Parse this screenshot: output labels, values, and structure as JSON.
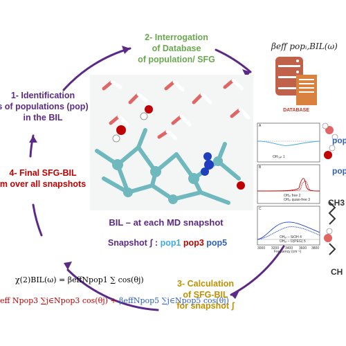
{
  "steps": {
    "step1": [
      "1- Identification",
      "s of populations (pop)",
      "in the BIL"
    ],
    "step2": [
      "2- Interrogation",
      "of Database",
      "of population/ SFG"
    ],
    "step3": [
      "3- Calculation",
      "of SFG-BIL",
      "for snapshot ʃ"
    ],
    "step4": [
      "4- Final SFG-BIL",
      "m over all snapshots"
    ]
  },
  "center": {
    "bil_caption": "BIL – at each MD snapshot",
    "snapshot_label": "Snapshot ʃ :",
    "pop1": "pop1",
    "pop3": "pop3",
    "pop5": "pop5"
  },
  "database": {
    "label": "DATABASE",
    "formula": "βeff popᵢ,BIL(ω)"
  },
  "equation": {
    "line1": "χ(2)BIL(ω) = βeffNpop1 ∑ cos(θj)",
    "line2_red": "eff Npop3 ∑j∈Npop3 cos(θj) +",
    "line2_blue": "βeffNpop5 ∑j∈Npop5 cos(θj)"
  },
  "panels": {
    "a_label": "A",
    "b_label": "B",
    "c_label": "C",
    "a_legend": "OH₀ₐₙ 1",
    "b_legend1": "OHₑₗ free 2",
    "b_legend2": "OHₑₗ quasi-free 3",
    "c_legend1": "OHₑₗ – SiOH 4",
    "c_legend2": "OHₑₗ – O(PEG) 5",
    "xlabel": "Frequency (cm⁻¹)",
    "ticks": [
      "3000",
      "3200",
      "3400",
      "3600",
      "3800"
    ]
  },
  "right_labels": {
    "pop_a": "pop",
    "pop_b": "pop",
    "ch3": "CH3",
    "ch": "CH"
  },
  "colors": {
    "step1": "#5b2a86",
    "step2": "#6aa84f",
    "step3": "#bf9000",
    "step4": "#c00000",
    "pop1": "#3da9e6",
    "pop3": "#c00000",
    "pop5": "#2f5fbf",
    "circle": "#5b2a86"
  },
  "icons": [
    "database-icon",
    "molecule-render",
    "water-molecule-icon"
  ]
}
